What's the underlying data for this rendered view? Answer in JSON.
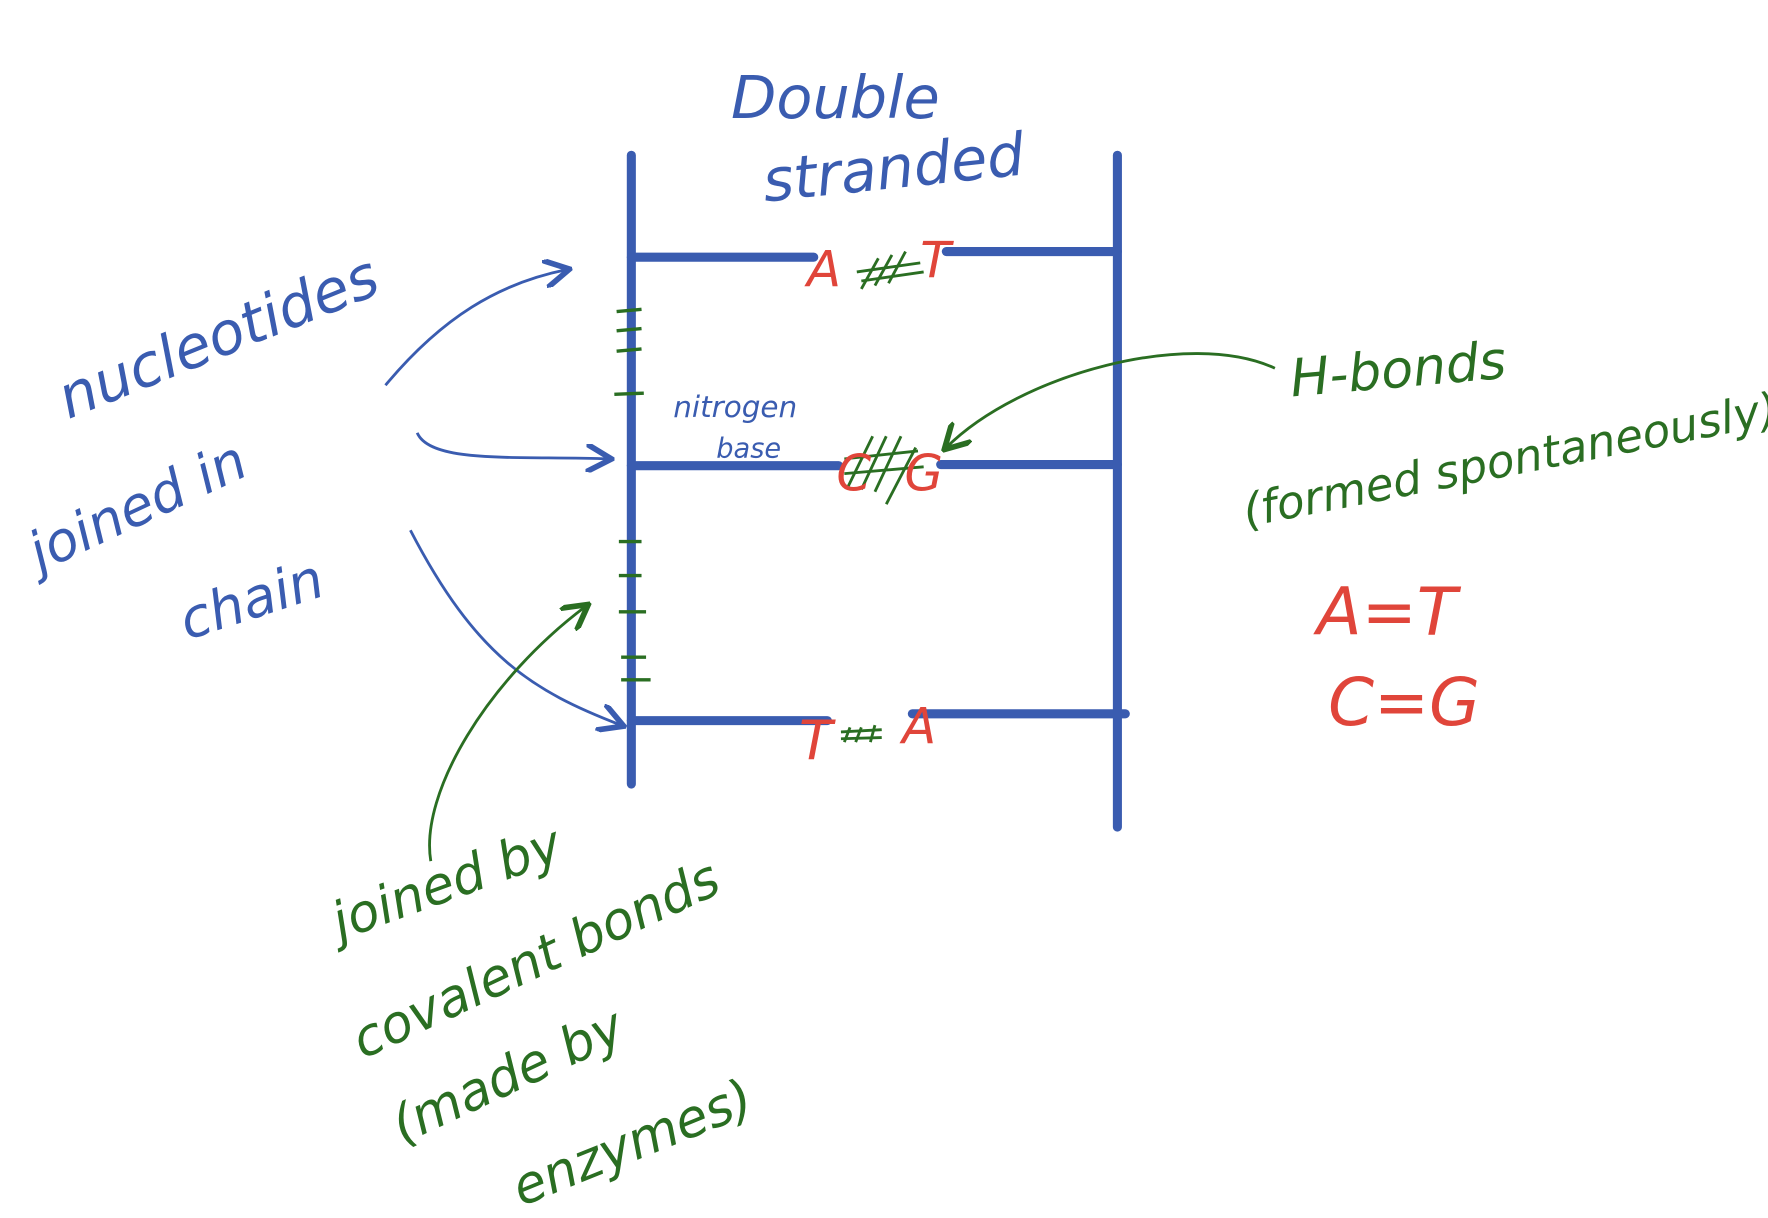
{
  "colors": {
    "strand": "#3a5cb0",
    "annotation_green": "#2a6e22",
    "base_red": "#e0453a",
    "background": "#ffffff"
  },
  "title": {
    "line1": "Double",
    "line2": "stranded"
  },
  "left_note": {
    "line1": "nucleotides",
    "line2": "joined in",
    "line3": "chain"
  },
  "nitrogen_label": {
    "line1": "nitrogen",
    "line2": "base"
  },
  "base_pairs": [
    {
      "left": "A",
      "right": "T"
    },
    {
      "left": "C",
      "right": "G"
    },
    {
      "left": "T",
      "right": "A"
    }
  ],
  "hbond_note": {
    "line1": "H-bonds",
    "line2": "(formed spontaneously)"
  },
  "pairing_rules": [
    "A=T",
    "C=G"
  ],
  "covalent_note": {
    "line1": "joined by",
    "line2": "covalent bonds",
    "line3": "(made by",
    "line4": "enzymes)"
  }
}
